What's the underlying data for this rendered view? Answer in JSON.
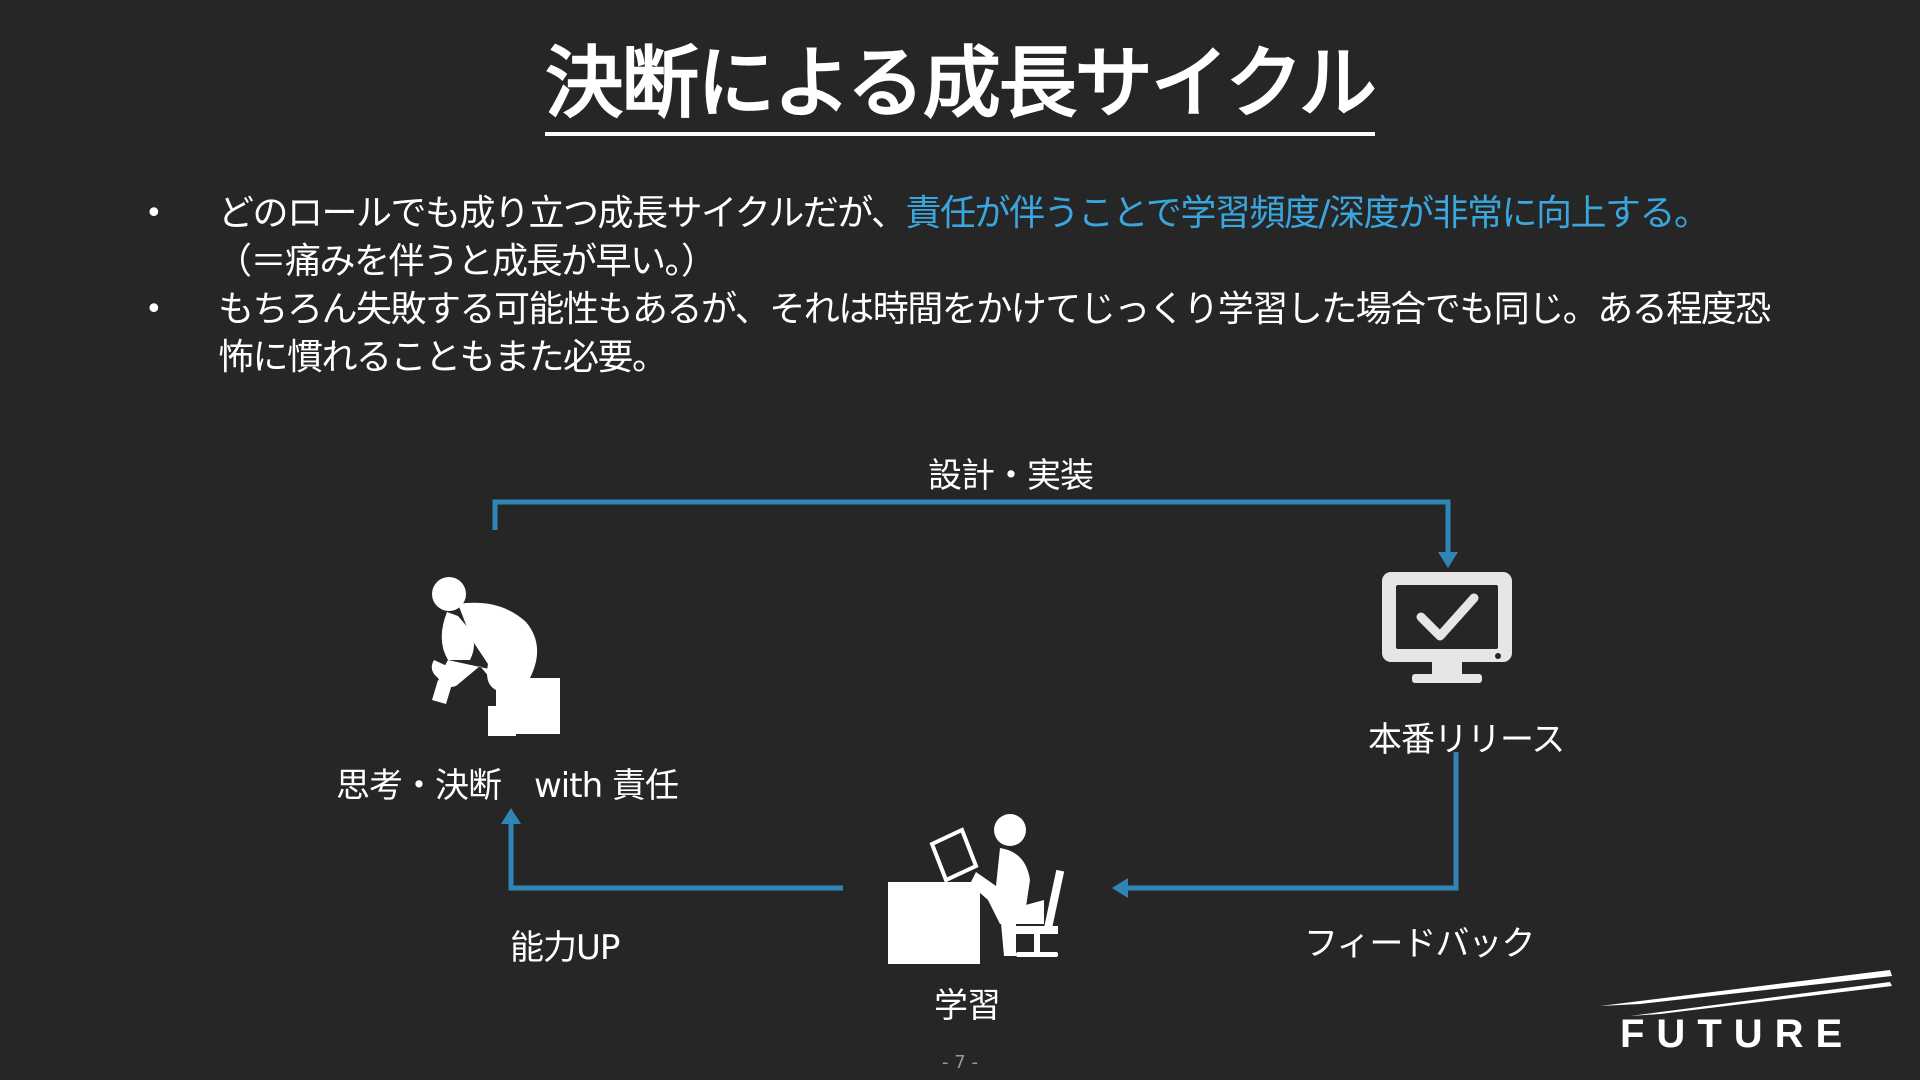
{
  "slide": {
    "title": "決断による成長サイクル",
    "bullets": [
      {
        "text_normal": "どのロールでも成り立つ成長サイクルだが、",
        "text_highlight": "責任が伴うことで学習頻度/深度が非常に向上する。",
        "text_line2": "（＝痛みを伴うと成長が早い。）"
      },
      {
        "text_line1": "もちろん失敗する可能性もあるが、それは時間をかけてじっくり学習した場合でも同じ。ある程度恐",
        "text_line2": "怖に慣れることもまた必要。"
      }
    ],
    "diagram": {
      "design_label": "設計・実装",
      "think_label": "思考・決断　with 責任",
      "release_label": "本番リリース",
      "feedback_label": "フィードバック",
      "learn_label": "学習",
      "ability_label": "能力UP"
    },
    "page_number": "- 7 -",
    "logo_text": "FUTURE",
    "colors": {
      "background": "#262626",
      "accent": "#3aa6dd",
      "arrow": "#2f86b5",
      "text": "#ffffff"
    }
  }
}
